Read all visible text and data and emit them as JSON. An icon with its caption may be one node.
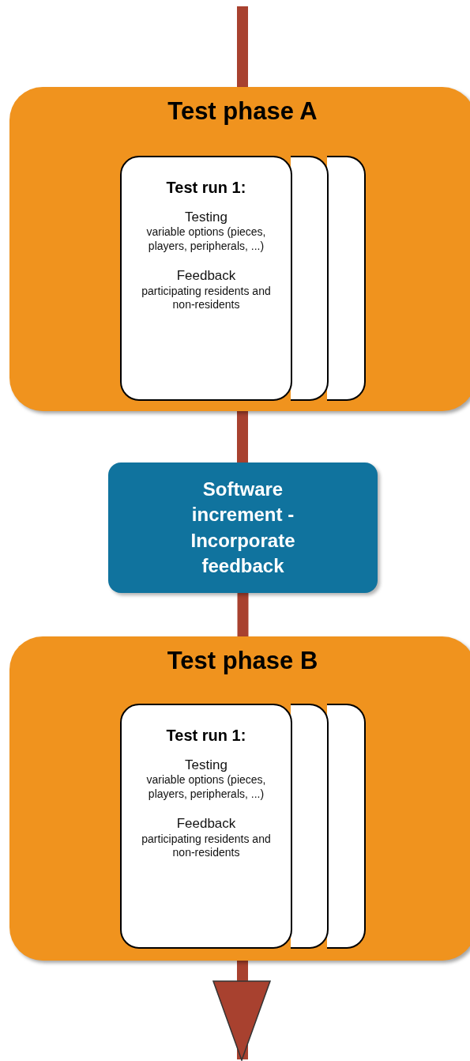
{
  "diagram": {
    "nodes": [
      {
        "text": [
          "Test phase A"
        ]
      },
      {
        "text": [],
        "shape": "box",
        "in": 0
      },
      {
        "text": [],
        "shape": "box",
        "in": 0
      },
      {
        "text": [
          "Test run 1:",
          "Testing",
          "variable options (pieces, players, peripherals, ...)",
          "Feedback",
          "participating residents and non-residents"
        ],
        "in": 0
      },
      {
        "text": [
          "Software increment - Incorporate feedback"
        ]
      },
      {
        "text": [
          "Test phase B"
        ]
      },
      {
        "text": [],
        "shape": "box",
        "in": 5
      },
      {
        "text": [],
        "shape": "box",
        "in": 5
      },
      {
        "text": [
          "Test run 1:",
          "Testing",
          "variable options (pieces, players, peripherals, ...)",
          "Feedback",
          "participating residents and non-residents"
        ],
        "in": 5
      }
    ],
    "edges": [
      {
        "from": null,
        "to": 0,
        "arrow": "none"
      },
      {
        "from": 0,
        "to": 4,
        "arrow": "none"
      },
      {
        "from": 4,
        "to": 5,
        "arrow": "none"
      },
      {
        "from": 5,
        "to": null,
        "arrow": "to"
      }
    ]
  }
}
